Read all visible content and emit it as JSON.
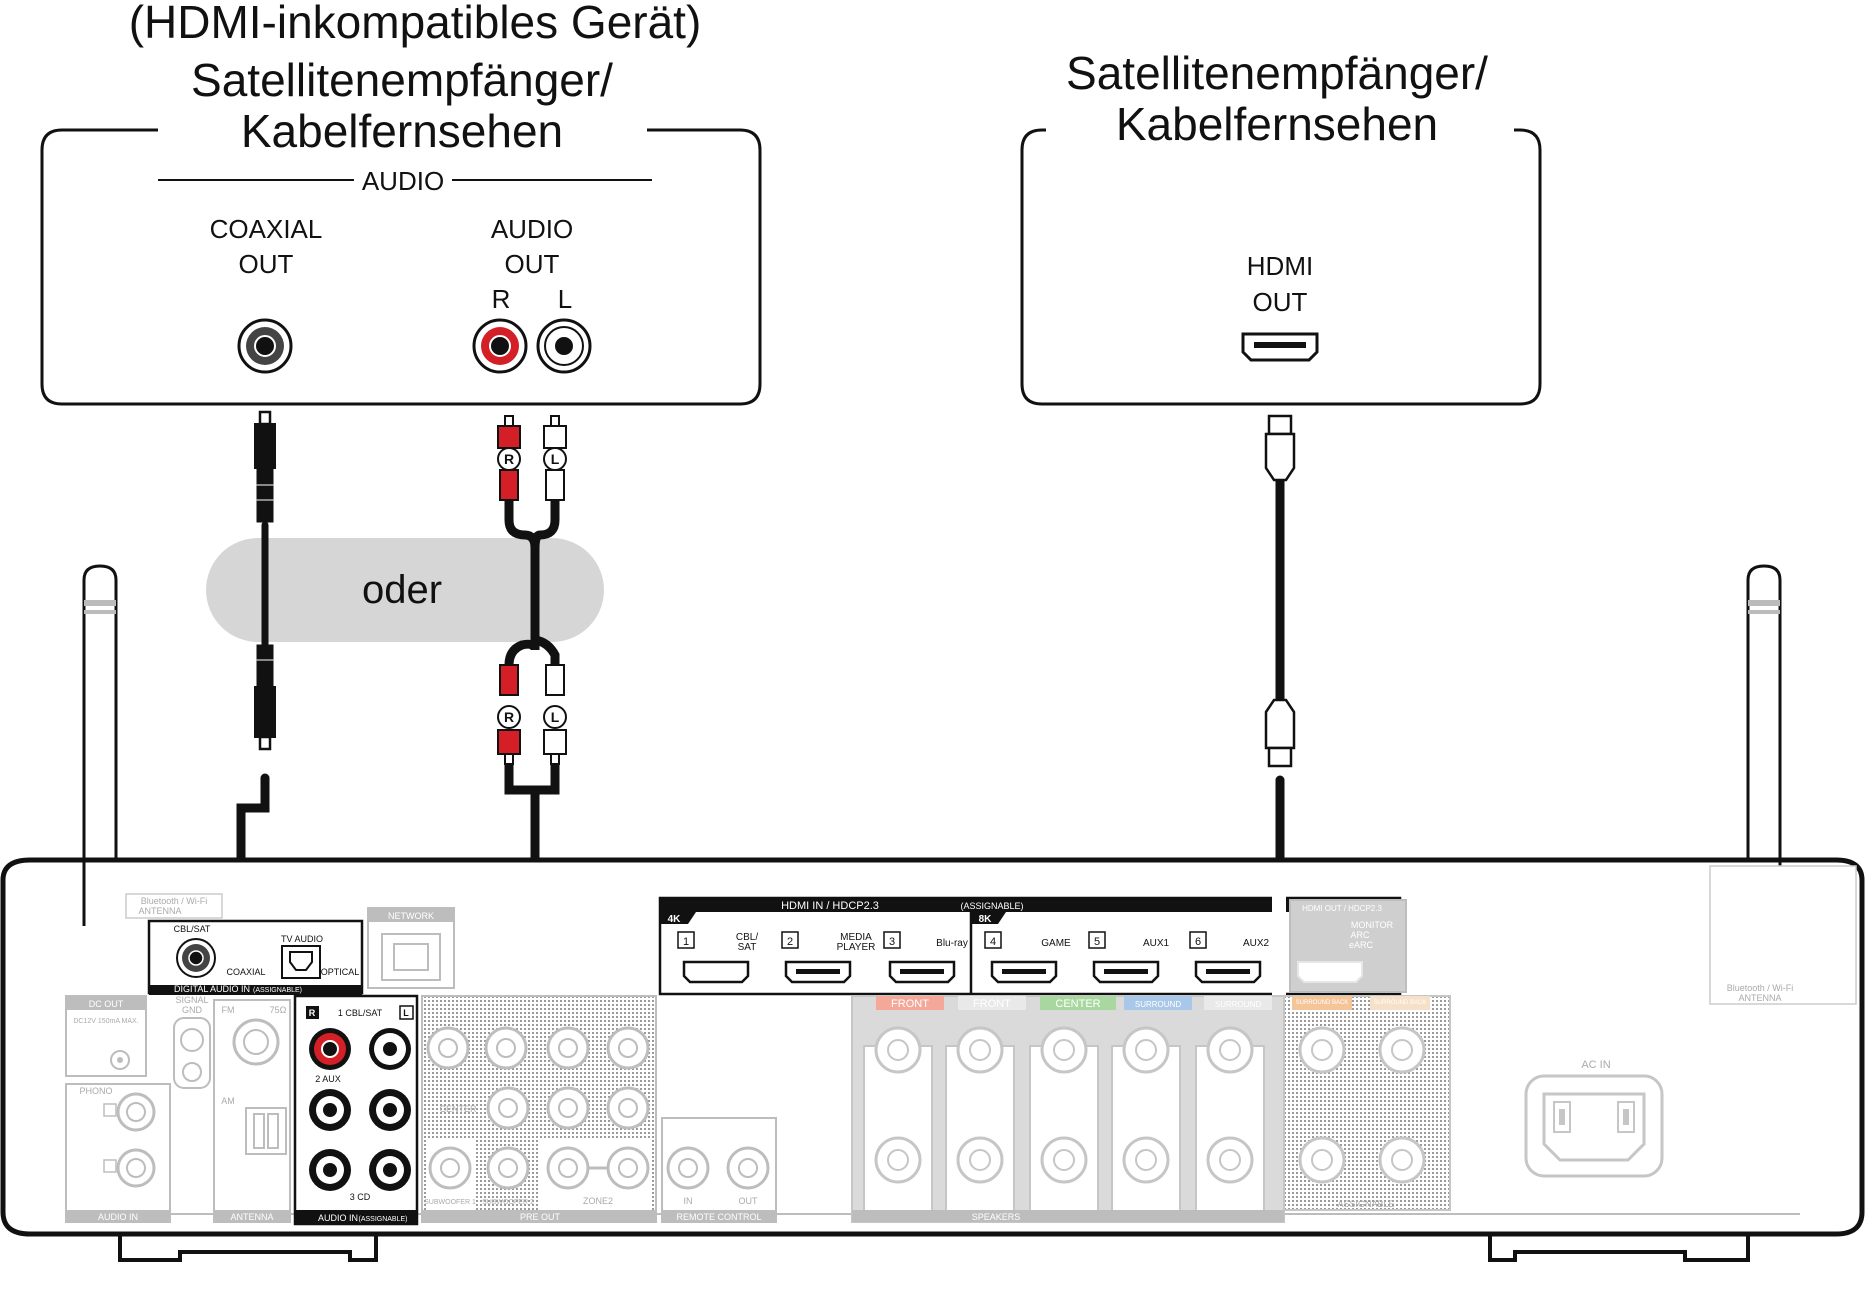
{
  "left_device": {
    "note": "(HDMI-inkompatibles Gerät)",
    "title_line1": "Satellitenempfänger/",
    "title_line2": "Kabelfernsehen",
    "audio_group_label": "AUDIO",
    "coaxial_label_line1": "COAXIAL",
    "coaxial_label_line2": "OUT",
    "analog_label_line1": "AUDIO",
    "analog_label_line2": "OUT",
    "r_label": "R",
    "l_label": "L"
  },
  "right_device": {
    "title_line1": "Satellitenempfänger/",
    "title_line2": "Kabelfernsehen",
    "hdmi_label_line1": "HDMI",
    "hdmi_label_line2": "OUT"
  },
  "or_label": "oder",
  "plug_labels": {
    "r": "R",
    "l": "L"
  },
  "receiver": {
    "antenna_label_line1": "Bluetooth / Wi-Fi",
    "antenna_label_line2": "ANTENNA",
    "digital_audio": {
      "cbl_sat": "CBL/SAT",
      "tv_audio": "TV AUDIO",
      "coaxial": "COAXIAL",
      "optical": "OPTICAL",
      "title": "DIGITAL AUDIO IN",
      "assignable": "(ASSIGNABLE)"
    },
    "network": "NETWORK",
    "dc_out": "DC OUT",
    "dc_spec": "DC12V 150mA MAX.",
    "signal_gnd_line1": "SIGNAL",
    "signal_gnd_line2": "GND",
    "fm": "FM",
    "ohm": "75Ω",
    "am": "AM",
    "phono": "PHONO",
    "audio_in_group": "AUDIO IN",
    "antenna": "ANTENNA",
    "analog_in": {
      "r": "R",
      "l": "L",
      "input1": "1 CBL/SAT",
      "input2": "2 AUX",
      "input3": "3 CD",
      "title": "AUDIO IN",
      "assignable": "(ASSIGNABLE)"
    },
    "pre_out": "PRE OUT",
    "subwoofer1": "SUBWOOFER 1",
    "subwoofer2": "SUBWOOFER 2",
    "zone2": "ZONE2",
    "center_small": "CENTER",
    "remote_in": "IN",
    "remote_out": "OUT",
    "remote_control": "REMOTE CONTROL",
    "hdmi_in": {
      "title": "HDMI IN / HDCP2.3",
      "assignable": "(ASSIGNABLE)",
      "badge_4k": "4K",
      "badge_8k": "8K",
      "ports": [
        {
          "num": "1",
          "label_line1": "CBL/",
          "label_line2": "SAT"
        },
        {
          "num": "2",
          "label_line1": "MEDIA",
          "label_line2": "PLAYER"
        },
        {
          "num": "3",
          "label_line1": "Blu-ray",
          "label_line2": ""
        },
        {
          "num": "4",
          "label_line1": "GAME",
          "label_line2": ""
        },
        {
          "num": "5",
          "label_line1": "AUX1",
          "label_line2": ""
        },
        {
          "num": "6",
          "label_line1": "AUX2",
          "label_line2": ""
        }
      ]
    },
    "hdmi_out": {
      "title": "HDMI OUT / HDCP2.3",
      "monitor": "MONITOR",
      "arc": "ARC",
      "earc": "eARC"
    },
    "speakers": "SPEAKERS",
    "speaker_labels": [
      "FRONT",
      "FRONT",
      "CENTER",
      "SURROUND",
      "SURROUND",
      "SURROUND BACK",
      "SURROUND BACK"
    ],
    "assignable": "ASSIGNABLE",
    "ac_in": "AC IN"
  },
  "colors": {
    "red_plug": "#d41f26",
    "or_pill": "#d6d6d6",
    "cable": "#111111",
    "faded": "#bdbdbd",
    "front_tag": "#f3a89a",
    "center_tag": "#a8d8a0",
    "surround_tag": "#a9c7e8",
    "sback_tag": "#f5c59a"
  }
}
